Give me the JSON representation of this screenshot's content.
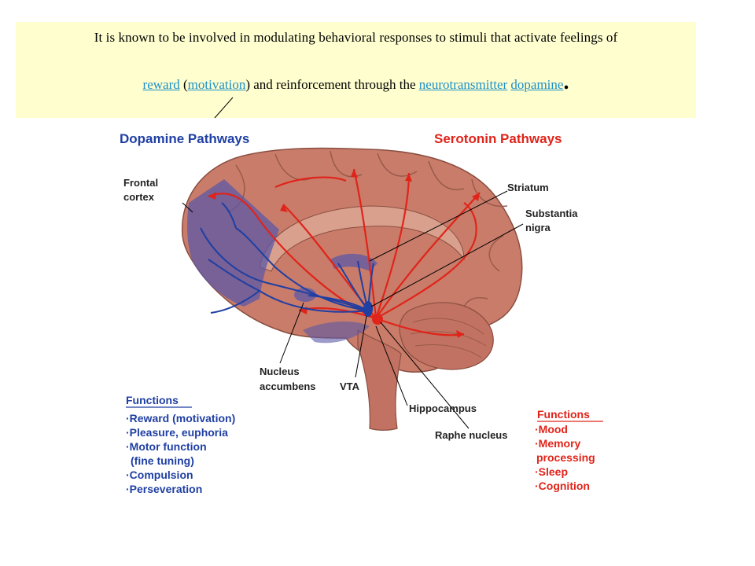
{
  "callout": {
    "line1": "It is known to be involved in modulating behavioral responses to stimuli that activate feelings of",
    "link_reward": "reward",
    "paren_open": "(",
    "link_motivation": "motivation",
    "paren_close_text": ") and reinforcement through the",
    "link_neurotransmitter": "neurotransmitter",
    "link_dopamine": "dopamine",
    "period": "."
  },
  "figure": {
    "title_dopamine": "Dopamine Pathways",
    "title_serotonin": "Serotonin Pathways",
    "label_frontal_1": "Frontal",
    "label_frontal_2": "cortex",
    "label_striatum": "Striatum",
    "label_substantia_1": "Substantia",
    "label_substantia_2": "nigra",
    "label_nucleus_1": "Nucleus",
    "label_nucleus_2": "accumbens",
    "label_vta": "VTA",
    "label_hippocampus": "Hippocampus",
    "label_raphe": "Raphe nucleus",
    "dopamine_functions": {
      "heading": "Functions",
      "items": [
        "·Reward (motivation)",
        "·Pleasure, euphoria",
        "·Motor function",
        " (fine tuning)",
        "·Compulsion",
        "·Perseveration"
      ]
    },
    "serotonin_functions": {
      "heading": "Functions",
      "items": [
        "·Mood",
        "·Memory",
        " processing",
        "·Sleep",
        "·Cognition"
      ]
    }
  },
  "colors": {
    "dopamine": "#1f3fa3",
    "serotonin": "#e0241a",
    "brain": "#c97c6a",
    "callout_bg": "#fefecf",
    "link": "#1e90c8"
  }
}
